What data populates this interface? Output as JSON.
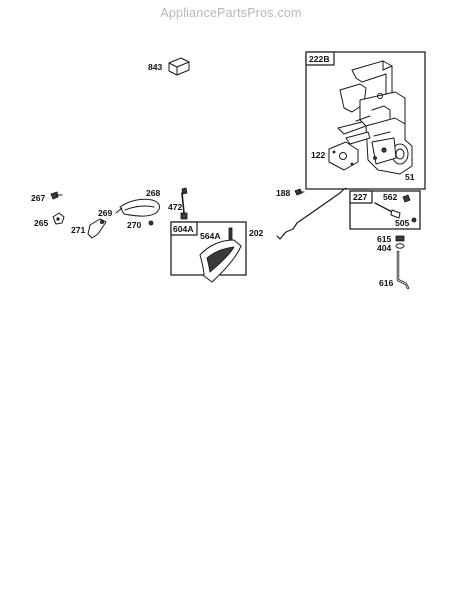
{
  "watermark": "AppliancePartsPros.com",
  "assemblies": [
    {
      "id": "222B",
      "label": "222B"
    },
    {
      "id": "227",
      "label": "227"
    },
    {
      "id": "604A",
      "label": "604A"
    }
  ],
  "parts": [
    {
      "id": "843",
      "label": "843"
    },
    {
      "id": "122",
      "label": "122"
    },
    {
      "id": "51",
      "label": "51"
    },
    {
      "id": "188",
      "label": "188"
    },
    {
      "id": "562",
      "label": "562"
    },
    {
      "id": "505",
      "label": "505"
    },
    {
      "id": "267",
      "label": "267"
    },
    {
      "id": "268",
      "label": "268"
    },
    {
      "id": "269",
      "label": "269"
    },
    {
      "id": "472",
      "label": "472"
    },
    {
      "id": "265",
      "label": "265"
    },
    {
      "id": "271",
      "label": "271"
    },
    {
      "id": "270",
      "label": "270"
    },
    {
      "id": "564A",
      "label": "564A"
    },
    {
      "id": "202",
      "label": "202"
    },
    {
      "id": "615",
      "label": "615"
    },
    {
      "id": "404",
      "label": "404"
    },
    {
      "id": "616",
      "label": "616"
    }
  ],
  "icons": [
    "gasket-icon",
    "carburetor-icon",
    "screw-icon",
    "governor-link-icon",
    "spring-icon",
    "lever-icon",
    "clip-icon",
    "primer-bulb-icon",
    "air-filter-element-icon"
  ]
}
